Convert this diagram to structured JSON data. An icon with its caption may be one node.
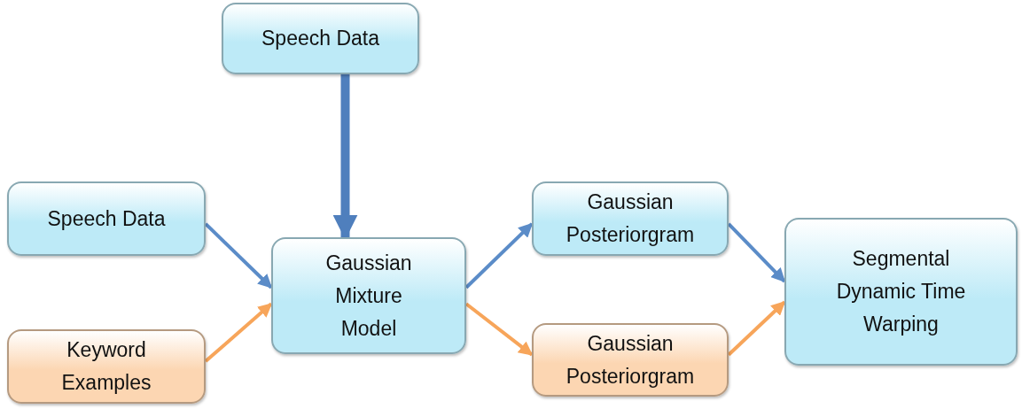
{
  "diagram": {
    "nodes": [
      {
        "text": [
          "Speech Data"
        ]
      },
      {
        "text": [
          "Speech Data"
        ]
      },
      {
        "text": [
          "Keyword Examples"
        ]
      },
      {
        "text": [
          "Gaussian Mixture Model"
        ]
      },
      {
        "text": [
          "Gaussian Posteriorgram"
        ]
      },
      {
        "text": [
          "Gaussian Posteriorgram"
        ]
      },
      {
        "text": [
          "Segmental Dynamic Time Warping"
        ]
      }
    ],
    "edges": [
      {
        "from": 0,
        "to": 3,
        "arrow": "to",
        "style": "thick",
        "color": "#4f7fbd"
      },
      {
        "from": 1,
        "to": 3,
        "arrow": "to"
      },
      {
        "from": 2,
        "to": 3,
        "arrow": "to",
        "color": "#f7a55a"
      },
      {
        "from": 3,
        "to": 4,
        "arrow": "to"
      },
      {
        "from": 3,
        "to": 5,
        "arrow": "to",
        "color": "#f7a55a"
      },
      {
        "from": 4,
        "to": 6,
        "arrow": "to"
      },
      {
        "from": 5,
        "to": 6,
        "arrow": "to",
        "color": "#f7a55a"
      }
    ]
  }
}
